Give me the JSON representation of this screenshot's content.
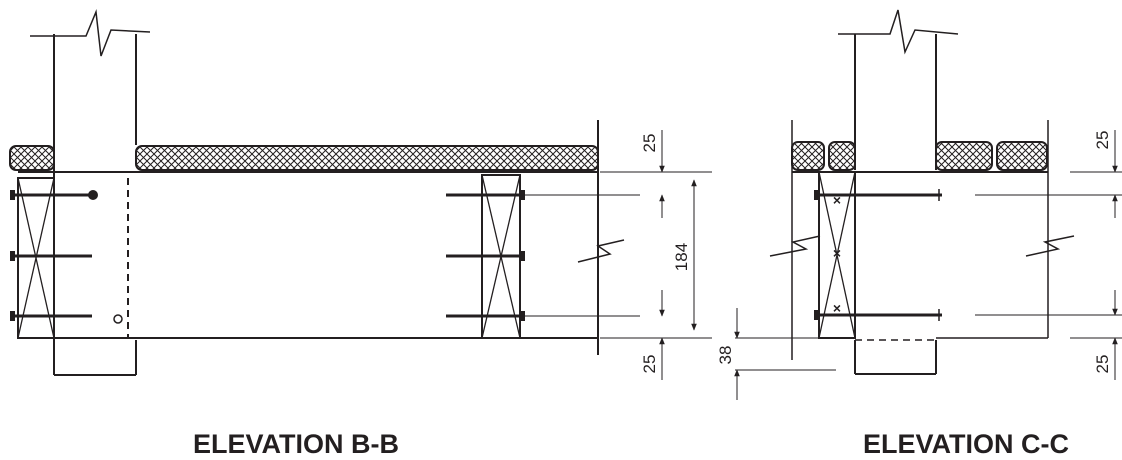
{
  "elevation_b": {
    "title": "ELEVATION B-B",
    "dims": {
      "top": "25",
      "middle": "184",
      "bottom": "25"
    }
  },
  "elevation_c": {
    "title": "ELEVATION C-C",
    "dims": {
      "left": "38",
      "top": "25",
      "bottom": "25"
    }
  },
  "colors": {
    "ink": "#231f20",
    "hatch": "#231f20",
    "paper": "#ffffff"
  }
}
